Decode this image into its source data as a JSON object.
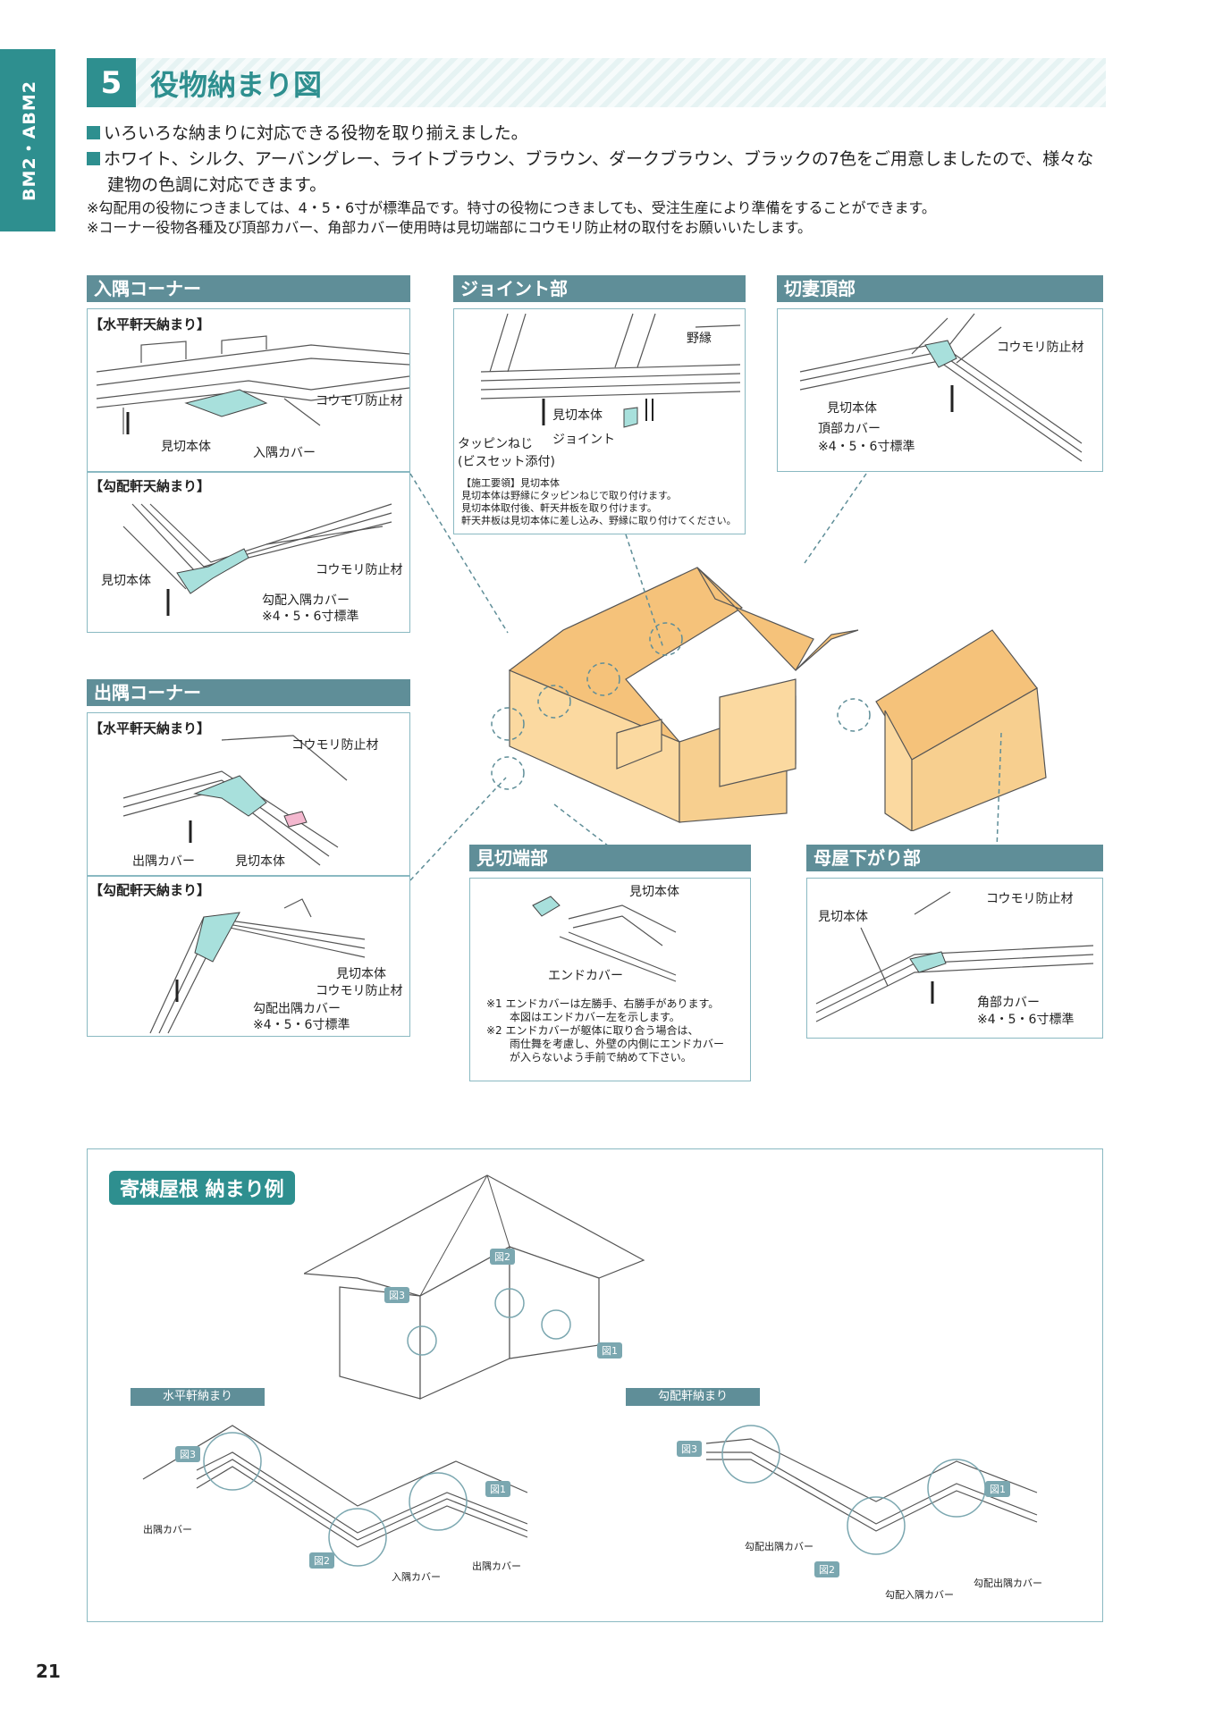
{
  "side_tab": "BM2・ABM2",
  "section": {
    "number": "5",
    "title": "役物納まり図"
  },
  "intro": {
    "bullet1": "いろいろな納まりに対応できる役物を取り揃えました。",
    "bullet2a": "ホワイト、シルク、アーバングレー、ライトブラウン、ブラウン、ダークブラウン、ブラックの7色をご用意しましたので、様々な",
    "bullet2b": "建物の色調に対応できます。",
    "note1": "※勾配用の役物につきましては、4・5・6寸が標準品です。特寸の役物につきましても、受注生産により準備をすることができます。",
    "note2": "※コーナー役物各種及び頂部カバー、角部カバー使用時は見切端部にコウモリ防止材の取付をお願いいたします。"
  },
  "irisumi": {
    "header": "入隅コーナー",
    "sub1": "【水平軒天納まり】",
    "sub1_labels": {
      "a": "コウモリ防止材",
      "b": "見切本体",
      "c": "入隅カバー"
    },
    "sub2": "【勾配軒天納まり】",
    "sub2_labels": {
      "a": "見切本体",
      "b": "コウモリ防止材",
      "c": "勾配入隅カバー",
      "d": "※4・5・6寸標準"
    }
  },
  "joint": {
    "header": "ジョイント部",
    "labels": {
      "a": "野縁",
      "b": "見切本体",
      "c": "ジョイント",
      "d": "タッピンねじ",
      "e": "(ビスセット添付)"
    },
    "notes": [
      "【施工要領】見切本体",
      "見切本体は野縁にタッピンねじで取り付けます。",
      "見切本体取付後、軒天井板を取り付けます。",
      "軒天井板は見切本体に差し込み、野縁に取り付けてください。"
    ]
  },
  "kirizuma": {
    "header": "切妻頂部",
    "labels": {
      "a": "コウモリ防止材",
      "b": "見切本体",
      "c": "頂部カバー",
      "d": "※4・5・6寸標準"
    }
  },
  "desumi": {
    "header": "出隅コーナー",
    "sub1": "【水平軒天納まり】",
    "sub1_labels": {
      "a": "コウモリ防止材",
      "b": "出隅カバー",
      "c": "見切本体"
    },
    "sub2": "【勾配軒天納まり】",
    "sub2_labels": {
      "a": "見切本体",
      "b": "コウモリ防止材",
      "c": "勾配出隅カバー",
      "d": "※4・5・6寸標準"
    }
  },
  "mikiri": {
    "header": "見切端部",
    "labels": {
      "a": "見切本体",
      "b": "エンドカバー"
    },
    "notes": [
      "※1  エンドカバーは左勝手、右勝手があります。",
      "本図はエンドカバー左を示します。",
      "※2  エンドカバーが躯体に取り合う場合は、",
      "雨仕舞を考慮し、外壁の内側にエンドカバー",
      "が入らないよう手前で納めて下さい。"
    ]
  },
  "moya": {
    "header": "母屋下がり部",
    "labels": {
      "a": "コウモリ防止材",
      "b": "見切本体",
      "c": "角部カバー",
      "d": "※4・5・6寸標準"
    }
  },
  "example": {
    "header": "寄棟屋根  納まり例",
    "tags": {
      "fig1": "図1",
      "fig2": "図2",
      "fig3": "図3"
    },
    "left_header": "水平軒納まり",
    "left_labels": {
      "a": "出隅カバー",
      "b": "入隅カバー",
      "c": "出隅カバー"
    },
    "right_header": "勾配軒納まり",
    "right_labels": {
      "a": "勾配出隅カバー",
      "b": "勾配入隅カバー",
      "c": "勾配出隅カバー"
    }
  },
  "page_number": "21"
}
